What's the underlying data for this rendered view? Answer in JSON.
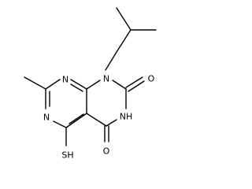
{
  "labels": {
    "n1": "N",
    "n3": "N",
    "n8": "N",
    "nh": "NH",
    "o_upper": "O",
    "o_lower": "O",
    "sh": "SH"
  }
}
